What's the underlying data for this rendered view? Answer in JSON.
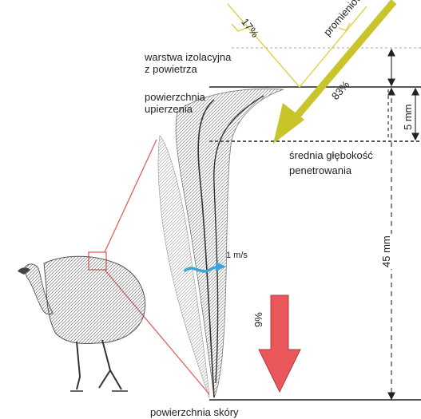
{
  "labels": {
    "radiation": "promieniowanie",
    "insulation_line1": "warstwa izolacyjna",
    "insulation_line2": "z powietrza",
    "plumage_line1": "powierzchnia",
    "plumage_line2": "upierzenia",
    "penetration_line1": "średnia głębokość",
    "penetration_line2": "penetrowania",
    "skin_surface": "powierzchnia skóry",
    "wind_speed": "1 m/s",
    "reflected_pct": "17%",
    "absorbed_pct": "83%",
    "transmitted_pct": "9%",
    "penetration_depth": "5 mm",
    "plumage_depth": "45 mm"
  },
  "colors": {
    "incoming_arrow": "#c9c42a",
    "reflected_arrow": "#e0d24a",
    "heat_arrow": "#e9575a",
    "heat_arrow_edge": "#b23a3c",
    "wind_arrow": "#3aa6d8",
    "zoom_lines": "#e46060",
    "guide_lines": "#222222",
    "feather": "#4a4a4a"
  }
}
